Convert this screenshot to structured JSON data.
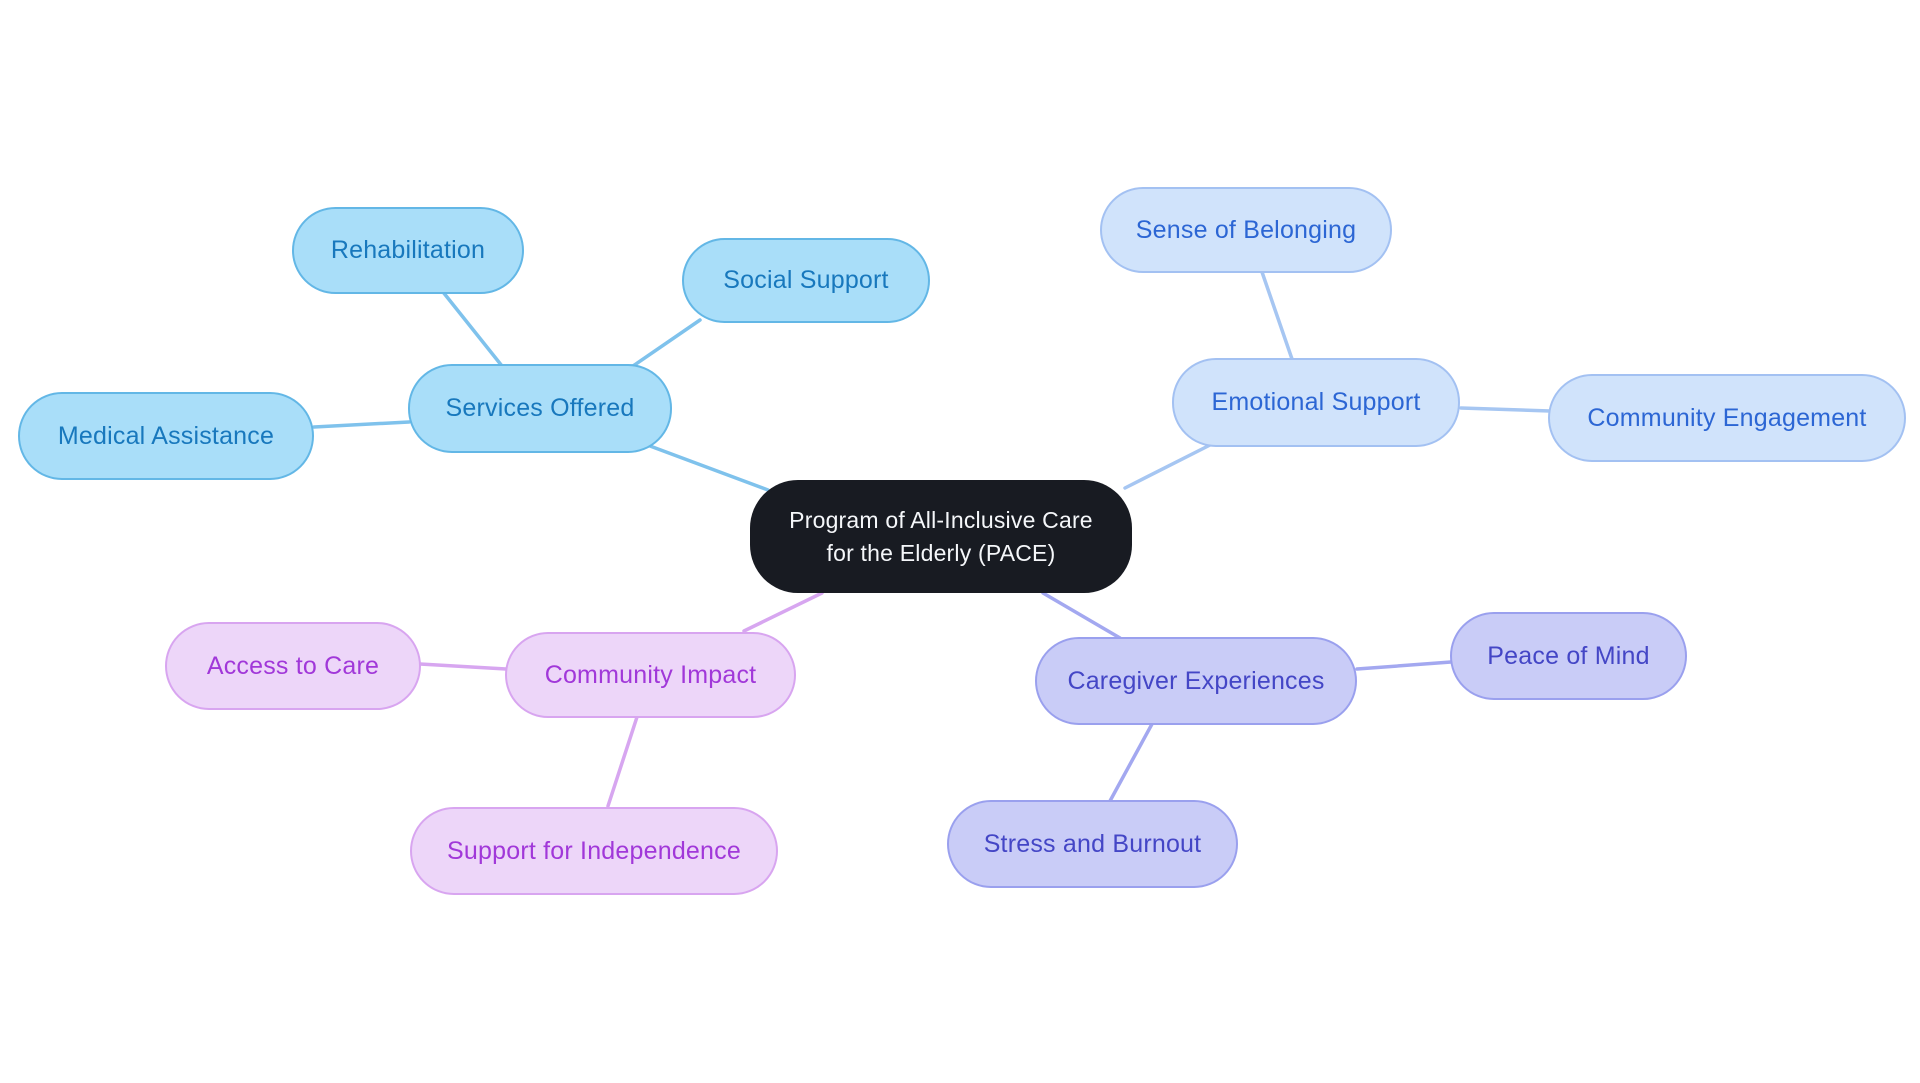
{
  "mindmap": {
    "type": "mindmap",
    "root": {
      "label": "Program of All-Inclusive Care for the Elderly (PACE)",
      "fill": "#181b22",
      "text_color": "#f5f7fa"
    },
    "branches": [
      {
        "label": "Services Offered",
        "fill": "#a9def9",
        "border": "#63b7e6",
        "text_color": "#1878bd",
        "line_color": "#7fc2ec",
        "children": [
          {
            "label": "Rehabilitation"
          },
          {
            "label": "Social Support"
          },
          {
            "label": "Medical Assistance"
          }
        ]
      },
      {
        "label": "Emotional Support",
        "fill": "#d0e3fb",
        "border": "#a3c1f2",
        "text_color": "#2c66d4",
        "line_color": "#a6c6f2",
        "children": [
          {
            "label": "Sense of Belonging"
          },
          {
            "label": "Community Engagement"
          }
        ]
      },
      {
        "label": "Community Impact",
        "fill": "#edd6f9",
        "border": "#d8a5f0",
        "text_color": "#a138d9",
        "line_color": "#d7a6f0",
        "children": [
          {
            "label": "Access to Care"
          },
          {
            "label": "Support for Independence"
          }
        ]
      },
      {
        "label": "Caregiver Experiences",
        "fill": "#c9ccf7",
        "border": "#9aa0ee",
        "text_color": "#4446c6",
        "line_color": "#a3a8f0",
        "children": [
          {
            "label": "Peace of Mind"
          },
          {
            "label": "Stress and Burnout"
          }
        ]
      }
    ]
  }
}
